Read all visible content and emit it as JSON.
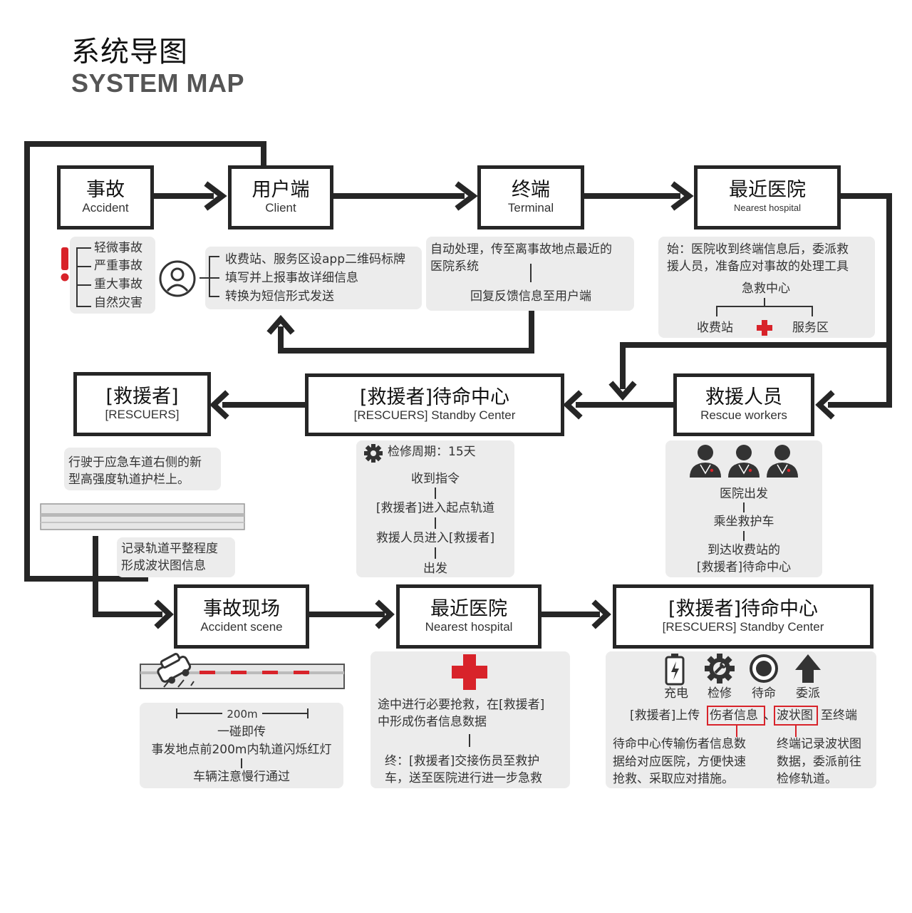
{
  "header": {
    "title_cn": "系统导图",
    "title_en": "SYSTEM MAP"
  },
  "nodes": {
    "accident": {
      "cn": "事故",
      "en": "Accident"
    },
    "client": {
      "cn": "用户端",
      "en": "Client"
    },
    "terminal": {
      "cn": "终端",
      "en": "Terminal"
    },
    "nearest_hospital_top": {
      "cn": "最近医院",
      "en": "Nearest hospital"
    },
    "rescuers": {
      "cn": "[救援者]",
      "en": "[RESCUERS]"
    },
    "standby_mid": {
      "cn": "[救援者]待命中心",
      "en": "[RESCUERS] Standby Center"
    },
    "rescue_workers": {
      "cn": "救援人员",
      "en": "Rescue workers"
    },
    "accident_scene": {
      "cn": "事故现场",
      "en": "Accident scene"
    },
    "nearest_hospital_bottom": {
      "cn": "最近医院",
      "en": "Nearest hospital"
    },
    "standby_bottom": {
      "cn": "[救援者]待命中心",
      "en": "[RESCUERS] Standby Center"
    }
  },
  "accident_panel": {
    "items": [
      "轻微事故",
      "严重事故",
      "重大事故",
      "自然灾害"
    ]
  },
  "client_panel": {
    "lines": [
      "收费站、服务区设app二维码标牌",
      "填写并上报事故详细信息",
      "转换为短信形式发送"
    ]
  },
  "terminal_panel": {
    "line1": "自动处理，传至离事故地点最近的",
    "line2": "医院系统",
    "reply": "回复反馈信息至用户端"
  },
  "hospital_panel": {
    "line1": "始：医院收到终端信息后，委派救",
    "line2": "援人员，准备应对事故的处理工具",
    "center": "急救中心",
    "left": "收费站",
    "right": "服务区"
  },
  "rescuers_panel": {
    "line1": "行驶于应急车道右侧的新",
    "line2": "型高强度轨道护栏上。"
  },
  "track_panel": {
    "line1": "记录轨道平整程度",
    "line2": "形成波状图信息"
  },
  "standby_panel": {
    "cycle": "检修周期：15天",
    "steps": [
      "收到指令",
      "[救援者]进入起点轨道",
      "救援人员进入[救援者]",
      "出发"
    ]
  },
  "workers_panel": {
    "steps": [
      "医院出发",
      "乘坐救护车",
      "到达收费站的",
      "[救援者]待命中心"
    ]
  },
  "scene_panel": {
    "distance": "200m",
    "lines": [
      "一碰即传",
      "事发地点前200m内轨道闪烁红灯",
      "车辆注意慢行通过"
    ]
  },
  "hospital2_panel": {
    "line1": "途中进行必要抢救，在[救援者]",
    "line2": "中形成伤者信息数据",
    "line3": "终：[救援者]交接伤员至救护",
    "line4": "车，送至医院进行进一步急救"
  },
  "standby2_panel": {
    "icons": [
      {
        "icon": "battery-icon",
        "label": "充电"
      },
      {
        "icon": "gear-wrench-icon",
        "label": "检修"
      },
      {
        "icon": "standby-icon",
        "label": "待命"
      },
      {
        "icon": "arrow-up-icon",
        "label": "委派"
      }
    ],
    "upload_prefix": "[救援者]上传",
    "upload_info": "伤者信息",
    "upload_sep": "、",
    "upload_wave": "波状图",
    "upload_suffix": "至终端",
    "left": [
      "待命中心传输伤者信息数",
      "据给对应医院，方便快速",
      "抢救、采取应对措施。"
    ],
    "right": [
      "终端记录波状图",
      "数据，委派前往",
      "检修轨道。"
    ]
  },
  "colors": {
    "line": "#262626",
    "panel": "#ececec",
    "accent_red": "#d8232a"
  }
}
